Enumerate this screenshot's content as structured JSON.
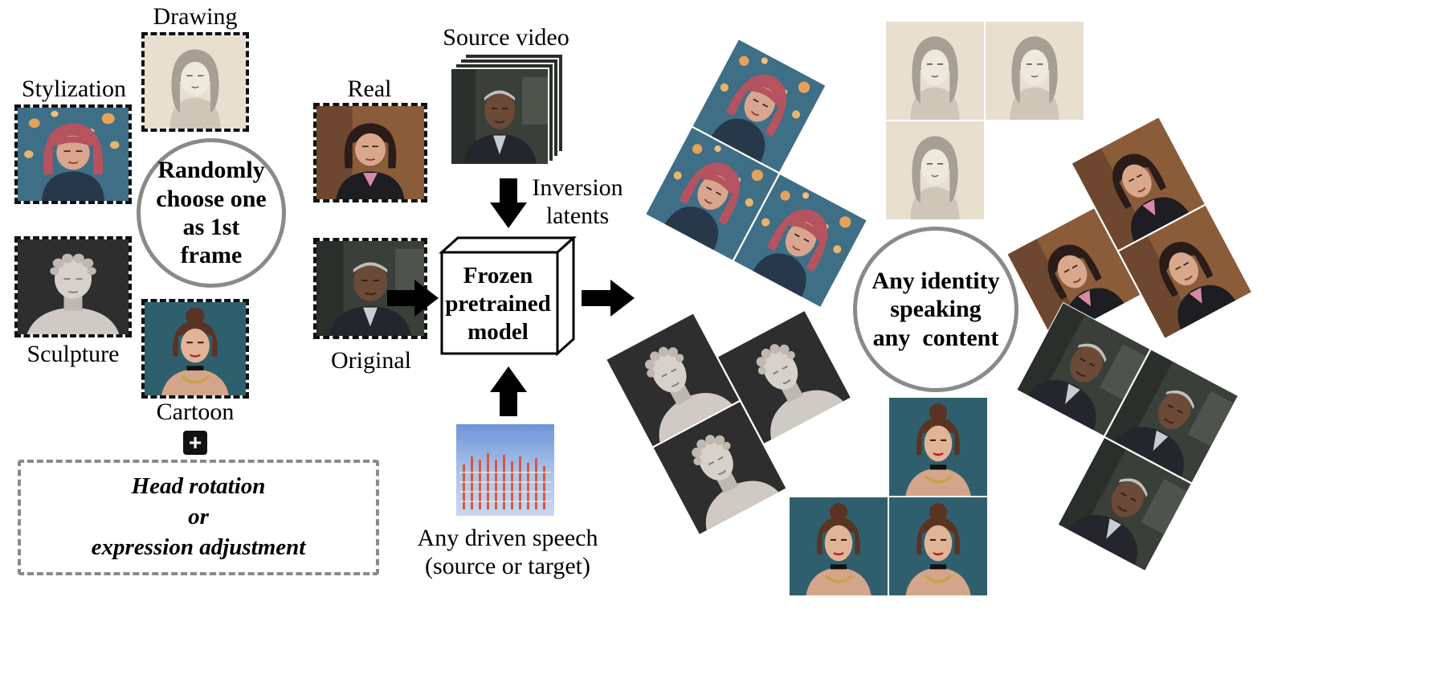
{
  "labels": {
    "drawing": "Drawing",
    "stylization": "Stylization",
    "real": "Real",
    "sculpture": "Sculpture",
    "original": "Original",
    "cartoon": "Cartoon",
    "source_video": "Source video",
    "inversion_line1": "Inversion",
    "inversion_line2": "latents",
    "speech_line1": "Any driven speech",
    "speech_line2": "(source or target)"
  },
  "left_circle": {
    "line1": "Randomly",
    "line2": "choose one",
    "line3": "as 1st",
    "line4": "frame"
  },
  "plus_symbol": "+",
  "edit_box": {
    "line1": "Head rotation",
    "line2": "or",
    "line3": "expression adjustment"
  },
  "model_box": {
    "line1": "Frozen",
    "line2": "pretrained",
    "line3": "model"
  },
  "right_circle": {
    "line1": "Any identity",
    "line2": "speaking",
    "line3": "any  content"
  },
  "colors": {
    "circle_border": "#8a8a8a",
    "dashed_border": "#111111",
    "edit_box_border": "#8a8a8a",
    "arrow": "#000000",
    "starry_bg": "#3f6f86",
    "drawing_bg": "#e8ddcc",
    "real_bg": "#8a5c3a",
    "sculpture_bg": "#2e2e2e",
    "original_bg": "#3a3f3a",
    "cartoon_bg": "#2f5f6c"
  },
  "icons": [
    "right-arrow-icon",
    "down-arrow-icon",
    "up-arrow-icon",
    "cube-icon",
    "spectrogram-icon",
    "plus-icon"
  ]
}
